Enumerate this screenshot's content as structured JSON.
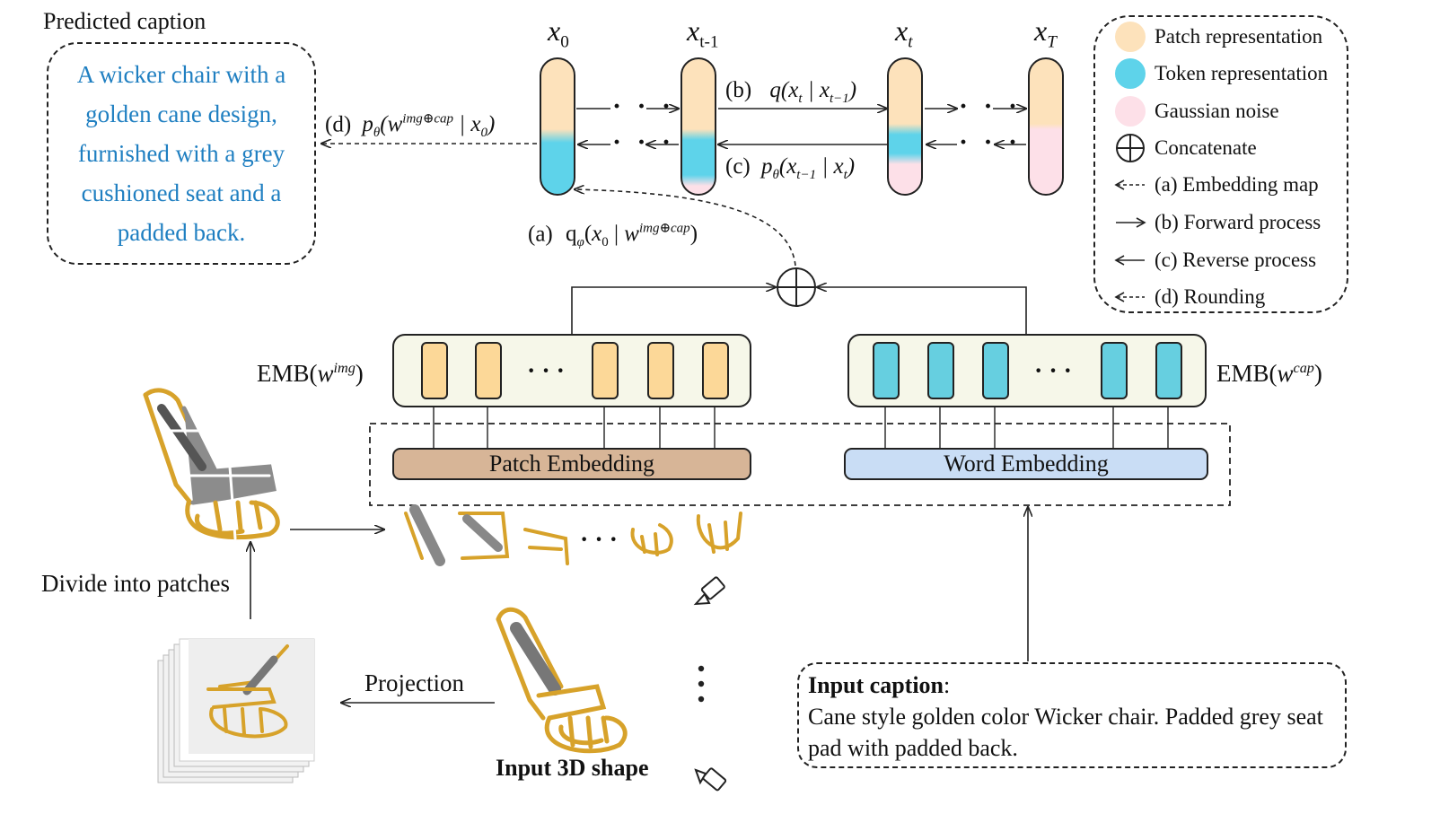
{
  "predicted_caption": {
    "title": "Predicted caption",
    "text": "A wicker chair with a golden cane design, furnished with a grey cushioned seat and a padded back."
  },
  "states": {
    "x0": "x",
    "x0_sub": "0",
    "xt1": "x",
    "xt1_sub": "t-1",
    "xt": "x",
    "xt_sub": "t",
    "xT": "x",
    "xT_sub": "T"
  },
  "process_labels": {
    "b": "(b)",
    "c": "(c)",
    "d": "(d)",
    "a": "(a)"
  },
  "legend": {
    "items": [
      {
        "icon": "patch-color-dot",
        "color": "#fde2bb",
        "label": "Patch representation"
      },
      {
        "icon": "token-color-dot",
        "color": "#5ed3ea",
        "label": "Token representation"
      },
      {
        "icon": "noise-color-dot",
        "color": "#fde0e8",
        "label": "Gaussian noise"
      },
      {
        "icon": "concatenate-icon",
        "label": "Concatenate"
      },
      {
        "icon": "dashed-arrow-left-icon",
        "label": "(a) Embedding map"
      },
      {
        "icon": "solid-arrow-right-icon",
        "label": "(b) Forward process"
      },
      {
        "icon": "solid-arrow-left-icon",
        "label": "(c) Reverse process"
      },
      {
        "icon": "dashed-arrow-left-icon",
        "label": "(d) Rounding"
      }
    ]
  },
  "embeddings": {
    "img_label": "EMB(",
    "img_sup": "img",
    "cap_label": "EMB(",
    "cap_sup": "cap",
    "close": ")",
    "ellipsis": "· · ·",
    "patch_embedding": "Patch Embedding",
    "word_embedding": "Word Embedding"
  },
  "bottom": {
    "divide_label": "Divide into patches",
    "projection_label": "Projection",
    "input_3d_label": "Input 3D shape",
    "patch_ellipsis": "· · ·",
    "input_caption_title": "Input caption",
    "input_caption_colon": ":",
    "input_caption_text": "Cane style golden color Wicker chair. Padded grey seat pad with padded back."
  },
  "colors": {
    "patch": "#fde2bb",
    "token": "#5ed3ea",
    "noise": "#fde0e8",
    "patch_emb_bar": "#d7b597",
    "word_emb_bar": "#c9ddf5",
    "caption_text": "#1f7fc1"
  }
}
